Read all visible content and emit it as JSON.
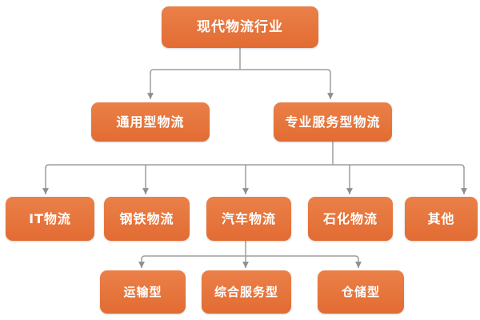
{
  "diagram": {
    "type": "org-tree",
    "colors": {
      "node_fill_top": "#ea8048",
      "node_fill_bottom": "#e26c33",
      "node_text": "#ffffff",
      "connector": "#9e9e9e",
      "background": "#ffffff"
    },
    "root": {
      "label": "现代物流行业"
    },
    "level2": [
      {
        "label": "通用型物流",
        "parent": "现代物流行业"
      },
      {
        "label": "专业服务型物流",
        "parent": "现代物流行业"
      }
    ],
    "level3": [
      {
        "label": "IT物流",
        "parent": "专业服务型物流"
      },
      {
        "label": "钢铁物流",
        "parent": "专业服务型物流"
      },
      {
        "label": "汽车物流",
        "parent": "专业服务型物流"
      },
      {
        "label": "石化物流",
        "parent": "专业服务型物流"
      },
      {
        "label": "其他",
        "parent": "专业服务型物流"
      }
    ],
    "level4": [
      {
        "label": "运输型",
        "parent": "汽车物流"
      },
      {
        "label": "综合服务型",
        "parent": "汽车物流"
      },
      {
        "label": "仓储型",
        "parent": "汽车物流"
      }
    ]
  }
}
